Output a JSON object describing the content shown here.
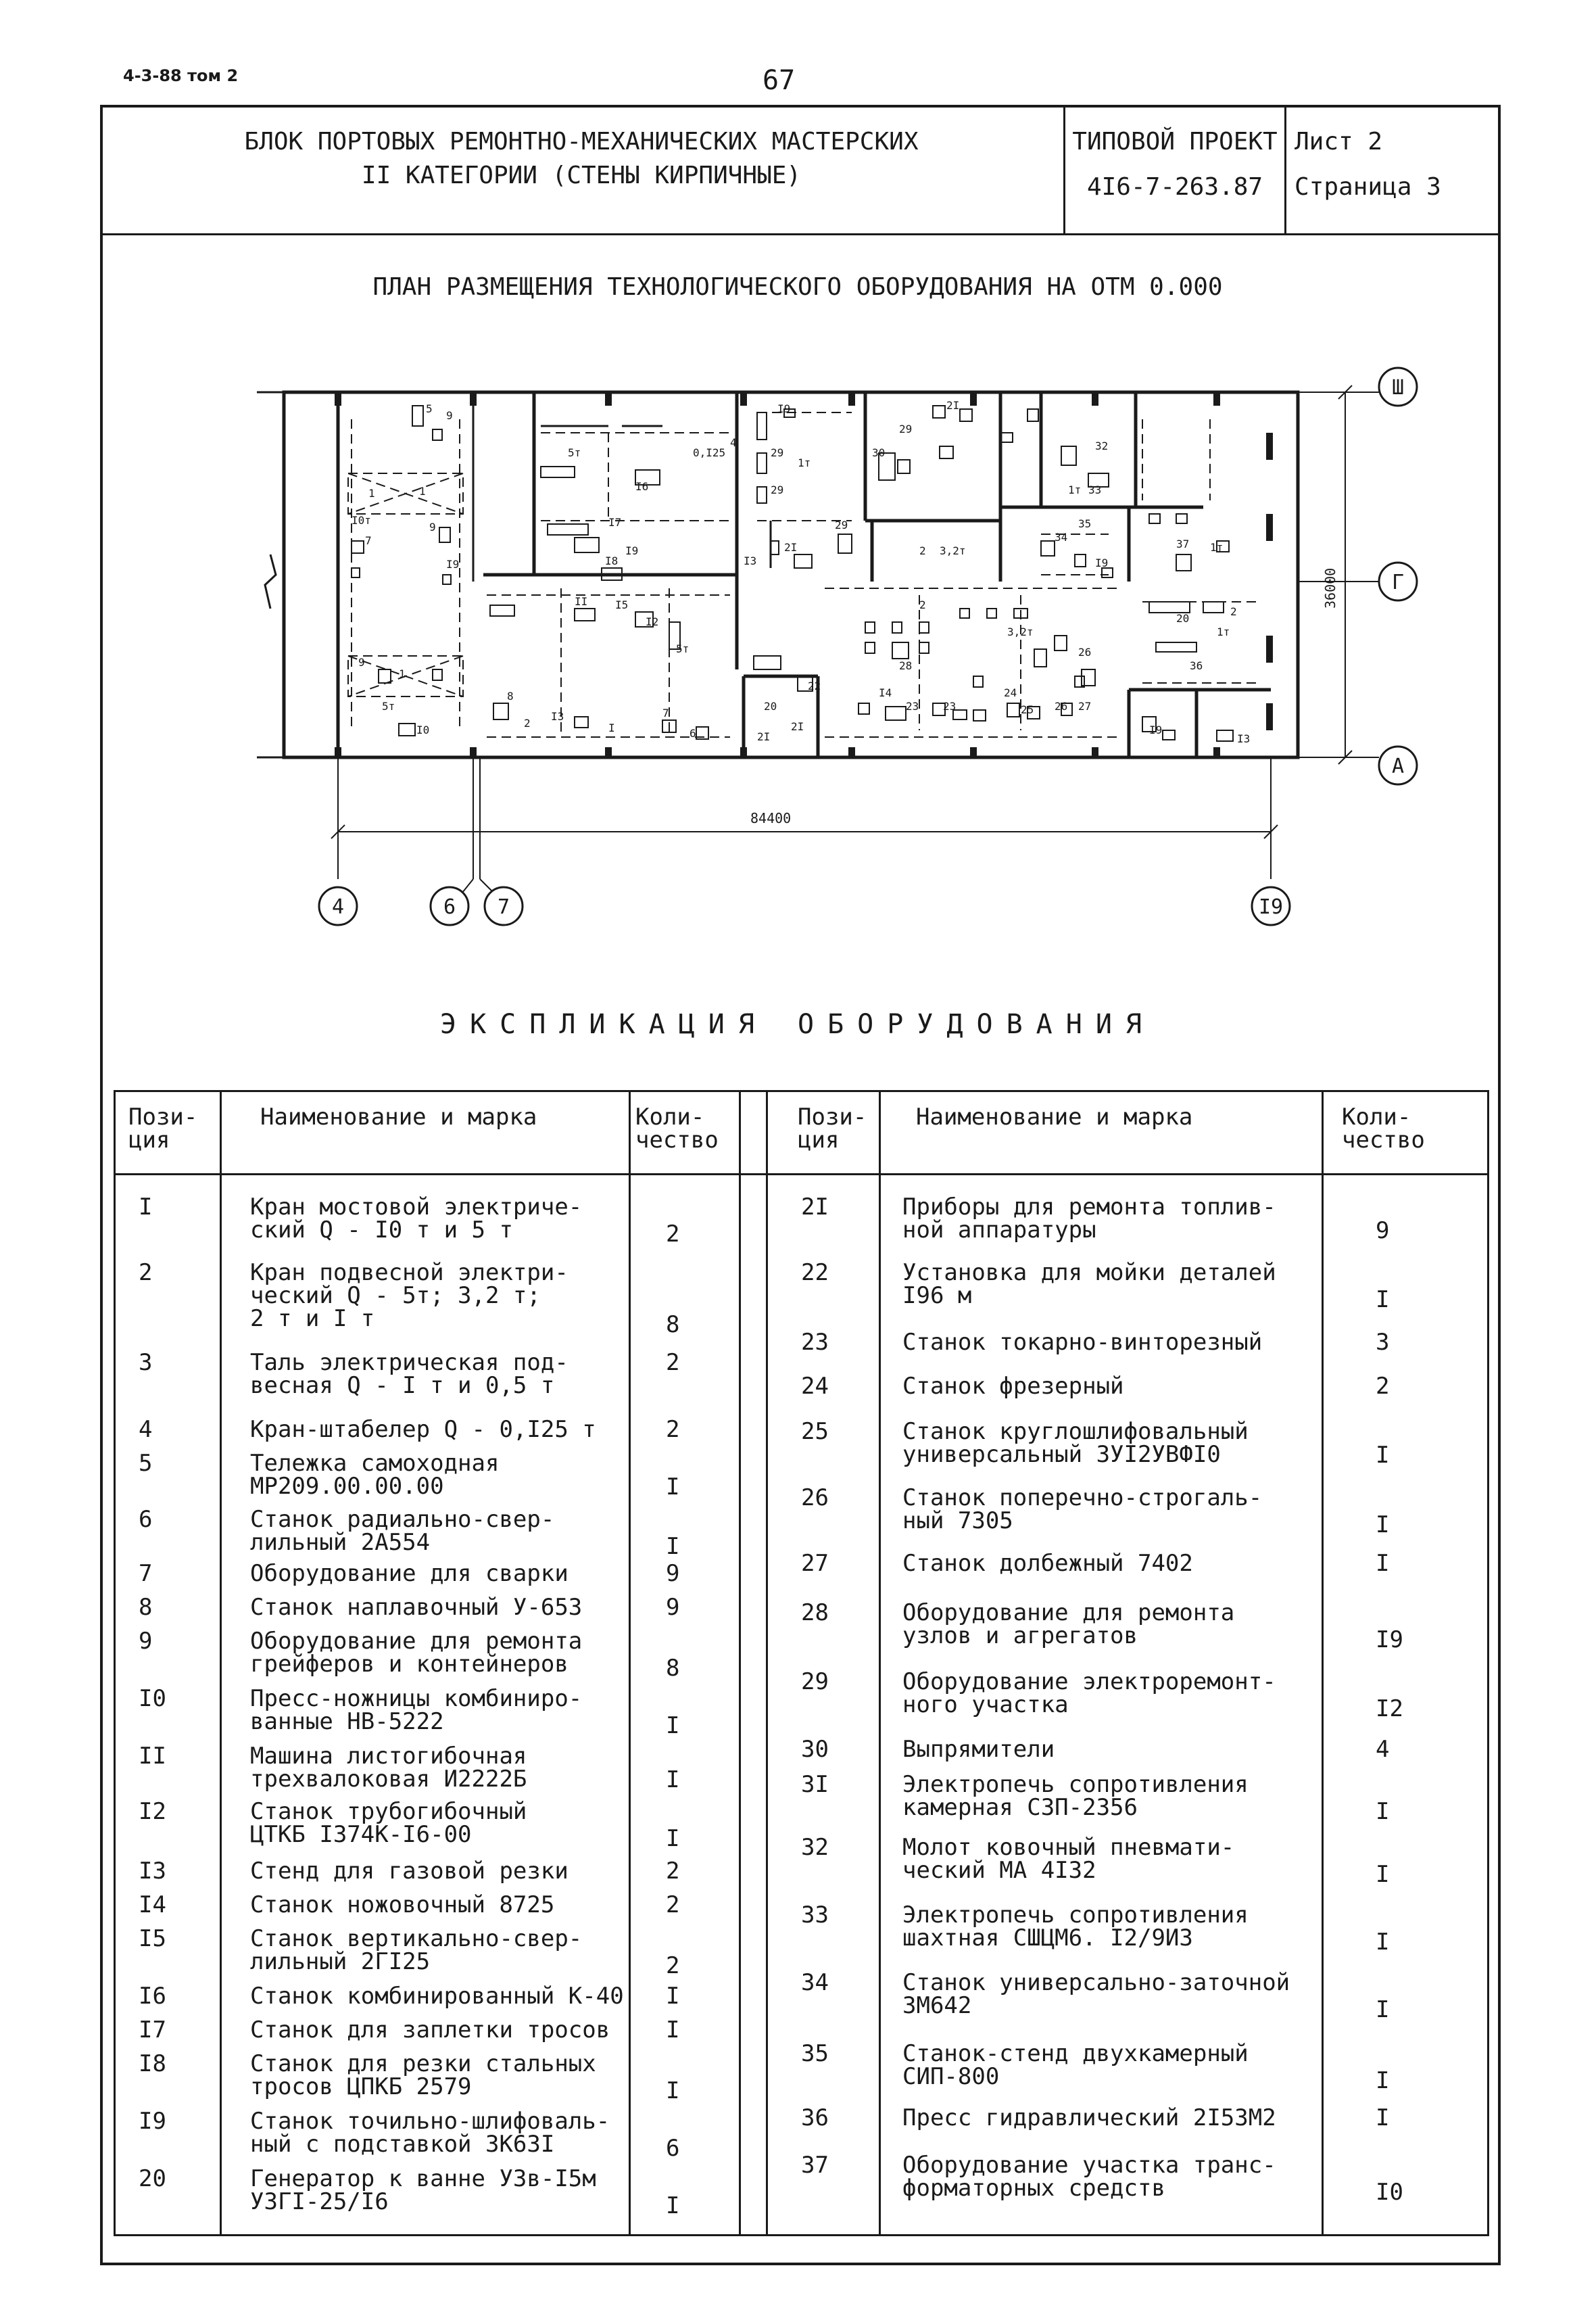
{
  "doc_code": "4-3-88 том 2",
  "page_number": "67",
  "title_block": {
    "title_line1": "БЛОК ПОРТОВЫХ РЕМОНТНО-МЕХАНИЧЕСКИХ МАСТЕРСКИХ",
    "title_line2": "II КАТЕГОРИИ (СТЕНЫ КИРПИЧНЫЕ)",
    "project_label": "ТИПОВОЙ ПРОЕКТ",
    "project_code": "4I6-7-263.87",
    "sheet": "Лист 2",
    "page": "Страница 3"
  },
  "plan": {
    "title": "ПЛАН РАЗМЕЩЕНИЯ ТЕХНОЛОГИЧЕСКОГО ОБОРУДОВАНИЯ НА ОТМ  0.000",
    "width_dim": "84400",
    "depth_dim": "36000",
    "axes_bottom": [
      "4",
      "6",
      "7",
      "I9"
    ],
    "axes_right": [
      "Ш",
      "Г",
      "А"
    ]
  },
  "explication": {
    "title": "ЭКСПЛИКАЦИЯ ОБОРУДОВАНИЯ",
    "headers": {
      "pos": "Пози-\nция",
      "name": "Наименование и марка",
      "qty": "Коли-\nчество"
    },
    "left": [
      {
        "pos": "I",
        "name": "Кран мостовой электриче-\nский Q - I0 т и 5 т",
        "qty": "2"
      },
      {
        "pos": "2",
        "name": "Кран подвесной электри-\nческий Q - 5т; 3,2 т;\n2 т и I т",
        "qty": "8"
      },
      {
        "pos": "3",
        "name": "Таль электрическая под-\nвесная Q - I т и 0,5 т",
        "qty": "2"
      },
      {
        "pos": "4",
        "name": "Кран-штабелер Q - 0,I25 т",
        "qty": "2"
      },
      {
        "pos": "5",
        "name": "Тележка самоходная\nМР209.00.00.00",
        "qty": "I"
      },
      {
        "pos": "6",
        "name": "Станок радиально-свер-\nлильный 2А554",
        "qty": "I"
      },
      {
        "pos": "7",
        "name": "Оборудование для сварки",
        "qty": "9"
      },
      {
        "pos": "8",
        "name": "Станок наплавочный У-653",
        "qty": "9"
      },
      {
        "pos": "9",
        "name": "Оборудование для ремонта\nгрейферов и контейнеров",
        "qty": "8"
      },
      {
        "pos": "I0",
        "name": "Пресс-ножницы комбиниро-\nванные НВ-5222",
        "qty": "I"
      },
      {
        "pos": "II",
        "name": "Машина листогибочная\nтрехвалоковая И2222Б",
        "qty": "I"
      },
      {
        "pos": "I2",
        "name": "Станок трубогибочный\nЦТКБ I374К-I6-00",
        "qty": "I"
      },
      {
        "pos": "I3",
        "name": "Стенд для газовой резки",
        "qty": "2"
      },
      {
        "pos": "I4",
        "name": "Станок ножовочный 8725",
        "qty": "2"
      },
      {
        "pos": "I5",
        "name": "Станок вертикально-свер-\nлильный 2ГI25",
        "qty": "2"
      },
      {
        "pos": "I6",
        "name": "Станок комбинированный К-40",
        "qty": "I"
      },
      {
        "pos": "I7",
        "name": "Станок для заплетки тросов",
        "qty": "I"
      },
      {
        "pos": "I8",
        "name": "Станок для резки стальных\nтросов ЦПКБ 2579",
        "qty": "I"
      },
      {
        "pos": "I9",
        "name": "Станок точильно-шлифоваль-\nный с подставкой 3К63I",
        "qty": "6"
      },
      {
        "pos": "20",
        "name": "Генератор к ванне УЗв-I5м\nУЗГI-25/I6",
        "qty": "I"
      }
    ],
    "right": [
      {
        "pos": "2I",
        "name": "Приборы для ремонта топлив-\nной аппаратуры",
        "qty": "9"
      },
      {
        "pos": "22",
        "name": "Установка для мойки деталей\nI96 м",
        "qty": "I"
      },
      {
        "pos": "23",
        "name": "Станок токарно-винторезный",
        "qty": "3"
      },
      {
        "pos": "24",
        "name": "Станок фрезерный",
        "qty": "2"
      },
      {
        "pos": "25",
        "name": "Станок круглошлифовальный\nуниверсальный 3УI2УВФI0",
        "qty": "I"
      },
      {
        "pos": "26",
        "name": "Станок поперечно-строгаль-\nный 7305",
        "qty": "I"
      },
      {
        "pos": "27",
        "name": "Станок долбежный 7402",
        "qty": "I"
      },
      {
        "pos": "28",
        "name": "Оборудование для ремонта\nузлов и агрегатов",
        "qty": "I9"
      },
      {
        "pos": "29",
        "name": "Оборудование электроремонт-\nного участка",
        "qty": "I2"
      },
      {
        "pos": "30",
        "name": "Выпрямители",
        "qty": "4"
      },
      {
        "pos": "3I",
        "name": "Электропечь сопротивления\nкамерная СЗП-2356",
        "qty": "I"
      },
      {
        "pos": "32",
        "name": "Молот ковочный пневмати-\nческий МА 4I32",
        "qty": "I"
      },
      {
        "pos": "33",
        "name": "Электропечь сопротивления\nшахтная СШЦМ6. I2/9ИЗ",
        "qty": "I"
      },
      {
        "pos": "34",
        "name": "Станок универсально-заточной\n3М642",
        "qty": "I"
      },
      {
        "pos": "35",
        "name": "Станок-стенд двухкамерный\nСИП-800",
        "qty": "I"
      },
      {
        "pos": "36",
        "name": "Пресс гидравлический 2I53М2",
        "qty": "I"
      },
      {
        "pos": "37",
        "name": "Оборудование участка транс-\nформаторных средств",
        "qty": "I0"
      }
    ]
  }
}
